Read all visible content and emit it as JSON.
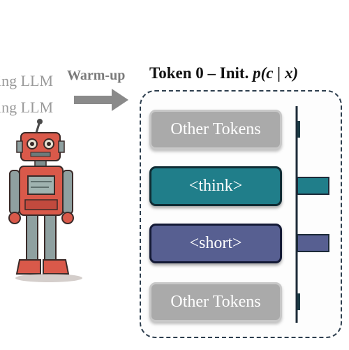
{
  "left_labels": [
    "ing LLM",
    "ing LLM"
  ],
  "arrow_label": "Warm-up",
  "title": {
    "text": "Token 0 – Init. ",
    "math": "p(c | x)"
  },
  "tokens": [
    {
      "label": "Other Tokens",
      "kind": "other"
    },
    {
      "label": "<think>",
      "kind": "think"
    },
    {
      "label": "<short>",
      "kind": "short"
    },
    {
      "label": "Other Tokens",
      "kind": "other"
    }
  ],
  "probabilities": [
    0.03,
    0.45,
    0.45,
    0.03
  ],
  "colors": {
    "think": "#207e8a",
    "short": "#575f91",
    "other": "#aaaaaa",
    "panel_border": "#2d3e4e",
    "arrow": "#8a8a8a"
  },
  "icons": [
    "robot-illustration",
    "right-arrow-icon"
  ]
}
